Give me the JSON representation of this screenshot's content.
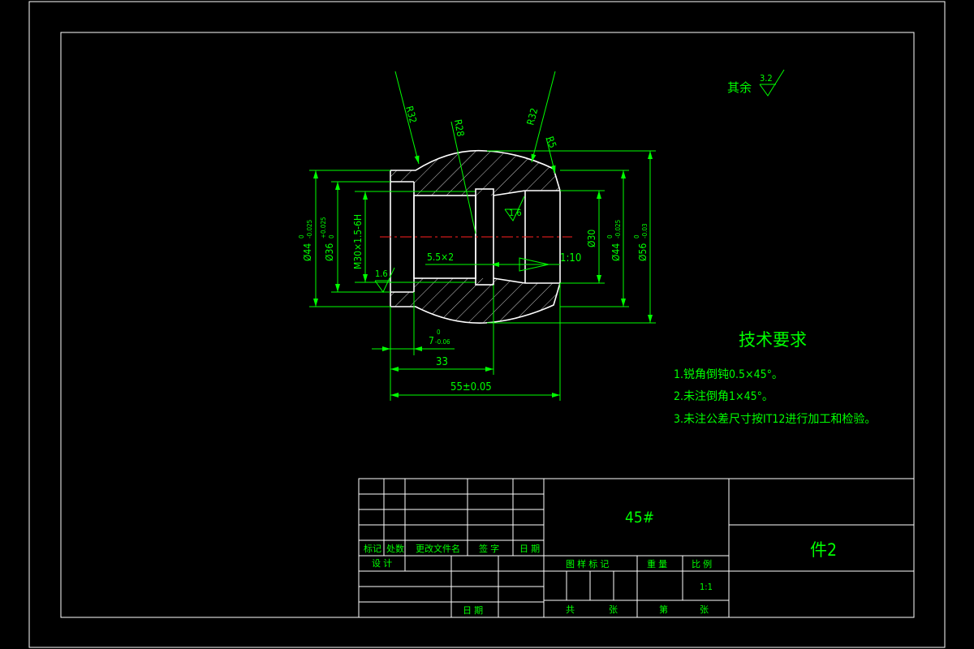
{
  "roughness": {
    "label": "其余",
    "value": "3.2"
  },
  "part_dims": {
    "r32_left": "R32",
    "r28": "R28",
    "r32_right": "R32",
    "r5": "R5",
    "dia44_left": "Ø44",
    "dia44_left_tol_upper": "0",
    "dia44_left_tol_lower": "-0.025",
    "dia36": "Ø36",
    "dia36_tol_upper": "+0.025",
    "dia36_tol_lower": "0",
    "thread": "M30×1.5-6H",
    "dia30": "Ø30",
    "dia44_right": "Ø44",
    "dia44_right_tol_upper": "0",
    "dia44_right_tol_lower": "-0.025",
    "dia56": "Ø56",
    "dia56_tol_upper": "0",
    "dia56_tol_lower": "-0.03",
    "groove": "5.5×2",
    "taper": "1:10",
    "rough_inner": "1.6",
    "rough_left": "1.6",
    "len7": "7",
    "len7_tol_upper": "0",
    "len7_tol_lower": "-0.06",
    "len33": "33",
    "len55": "55±0.05"
  },
  "requirements": {
    "title": "技术要求",
    "items": [
      "1.锐角倒钝0.5×45°。",
      "2.未注倒角1×45°。",
      "3.未注公差尺寸按IT12进行加工和检验。"
    ]
  },
  "title_block": {
    "material": "45#",
    "part_name": "件2",
    "rev_mark": "标记",
    "rev_count": "处数",
    "rev_doc": "更改文件名",
    "rev_sign": "签 字",
    "rev_date": "日 期",
    "design": "设 计",
    "date": "日 期",
    "drawing_mark": "图 样 标 记",
    "weight": "重 量",
    "scale_label": "比 例",
    "scale_value": "1:1",
    "total_sheets": "共",
    "sheets_unit": "张",
    "sheet_no": "第",
    "sheet_unit": "张"
  }
}
